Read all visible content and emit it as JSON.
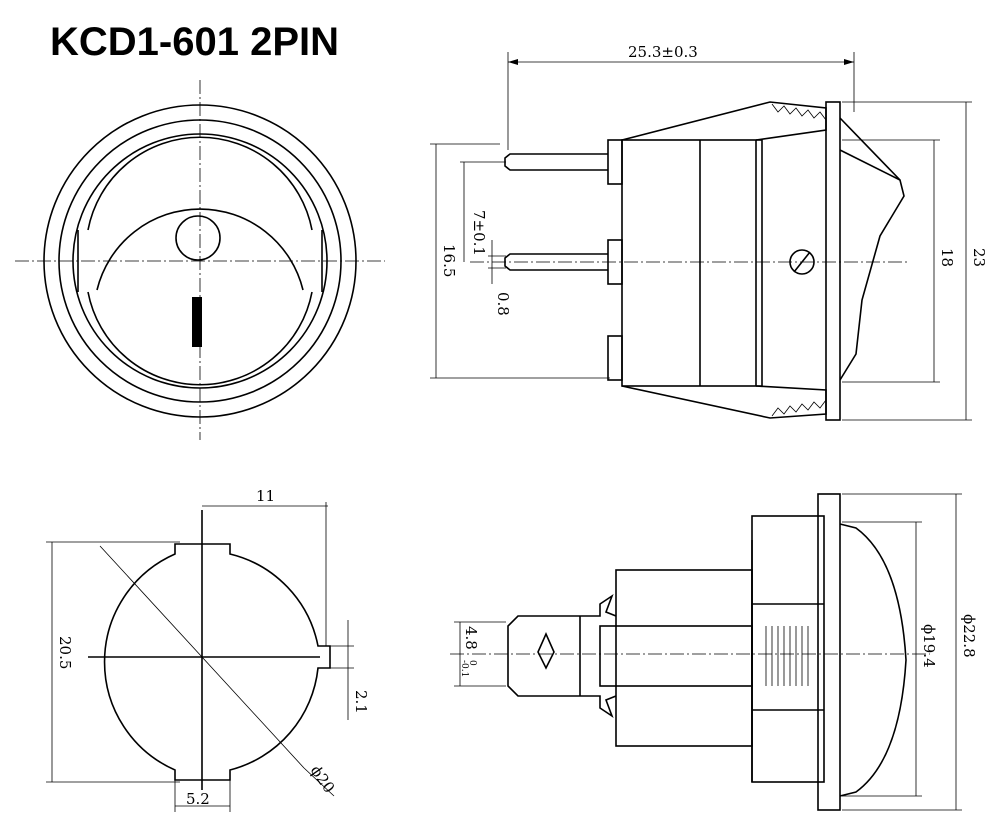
{
  "title": "KCD1-601 2PIN",
  "dimensions": {
    "overall_length": "25.3±0.3",
    "pin_spacing": "7±0.1",
    "body_height": "16.5",
    "pin_thickness": "0.8",
    "inner_height": "18",
    "flange_height": "23",
    "cutout_half_width": "11",
    "cutout_height": "20.5",
    "key_depth": "2.1",
    "cutout_diameter": "ϕ20",
    "tab_width": "5.2",
    "terminal_width": "4.8",
    "terminal_tol_upper": "0",
    "terminal_tol_lower": "-0.1",
    "lens_diameter": "ϕ19.4",
    "flange_diameter": "ϕ22.8"
  }
}
